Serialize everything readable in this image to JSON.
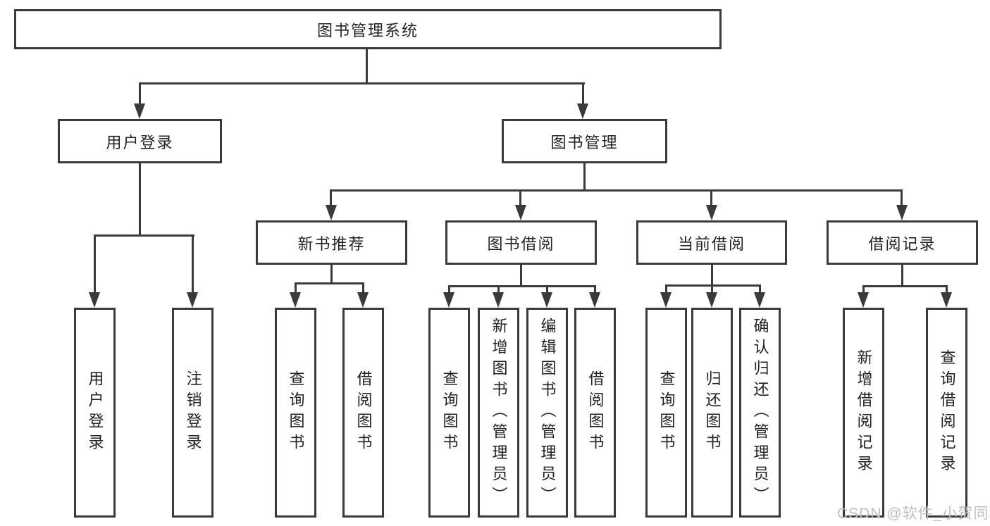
{
  "diagram": {
    "root": {
      "label": "图书管理系统"
    },
    "level2": [
      {
        "label": "用户登录"
      },
      {
        "label": "图书管理"
      }
    ],
    "level3": [
      {
        "label": "新书推荐"
      },
      {
        "label": "图书借阅"
      },
      {
        "label": "当前借阅"
      },
      {
        "label": "借阅记录"
      }
    ],
    "leaves": [
      {
        "label": "用户登录"
      },
      {
        "label": "注销登录"
      },
      {
        "label": "查询图书"
      },
      {
        "label": "借阅图书"
      },
      {
        "label": "查询图书"
      },
      {
        "label": "新增图书（管理员）"
      },
      {
        "label": "编辑图书（管理员）"
      },
      {
        "label": "借阅图书"
      },
      {
        "label": "查询图书"
      },
      {
        "label": "归还图书"
      },
      {
        "label": "确认归还（管理员）"
      },
      {
        "label": "新增借阅记录"
      },
      {
        "label": "查询借阅记录"
      }
    ]
  },
  "watermark": {
    "text": "CSDN @软件_小贺同学"
  },
  "colors": {
    "line": "#3a3a3a",
    "text": "#222222",
    "watermark": "#bfbfbf",
    "background": "#ffffff"
  }
}
